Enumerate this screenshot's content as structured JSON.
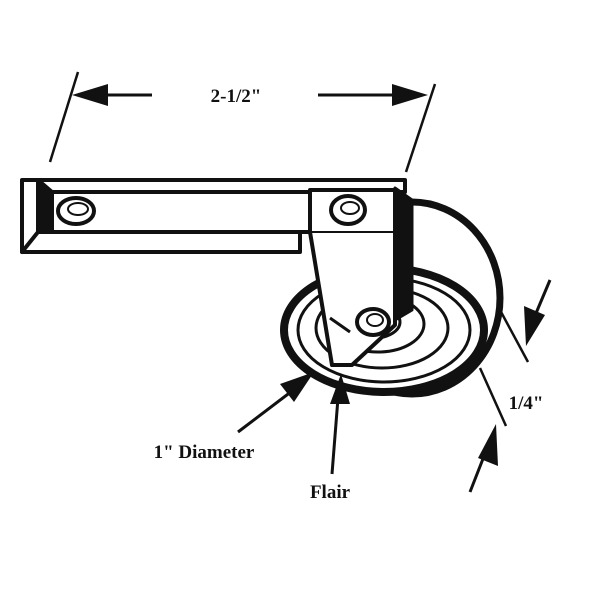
{
  "diagram": {
    "part": "pulley-wheel-with-mounting-bracket",
    "dimensions": {
      "length_label": "2-1/2\"",
      "diameter_label": "1\" Diameter",
      "flair_label": "Flair",
      "width_label": "1/4\""
    },
    "colors": {
      "ink": "#111111",
      "background": "#ffffff"
    }
  }
}
